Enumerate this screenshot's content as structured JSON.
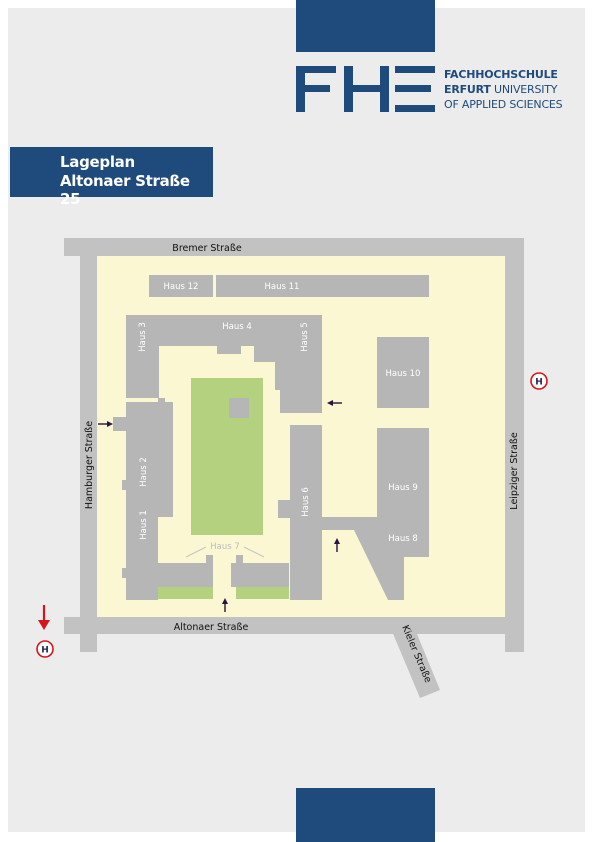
{
  "header": {
    "logo": {
      "name": "fhe-logo",
      "lettering": "FHE",
      "line1": "FACHHOCHSCHULE",
      "line2_bold": "ERFURT",
      "line2_rest": "UNIVERSITY",
      "line3": "OF APPLIED SCIENCES"
    }
  },
  "title": {
    "line1": "Lageplan",
    "line2": "Altonaer Straße 25"
  },
  "streets": {
    "north": "Bremer Straße",
    "south": "Altonaer Straße",
    "west": "Hamburger Straße",
    "east": "Leipziger Straße",
    "diagonal": "Kieler Straße"
  },
  "buildings": {
    "haus1": "Haus 1",
    "haus2": "Haus 2",
    "haus3": "Haus 3",
    "haus4": "Haus 4",
    "haus5": "Haus 5",
    "haus6": "Haus 6",
    "haus7": "Haus 7",
    "haus8": "Haus 8",
    "haus9": "Haus 9",
    "haus10": "Haus 10",
    "haus11": "Haus 11",
    "haus12": "Haus 12"
  },
  "bus_stops": {
    "label": "H",
    "color": "#d7141a"
  },
  "colors": {
    "brand_blue": "#1e4a7c",
    "campus": "#fbf7d2",
    "lawn": "#b4d17f",
    "building": "#b6b6b6",
    "street": "#c2c2c2",
    "entrance_arrow": "#2b1240"
  },
  "icons": [
    "bus-stop-icon",
    "entrance-arrow-icon",
    "down-arrow-icon"
  ]
}
